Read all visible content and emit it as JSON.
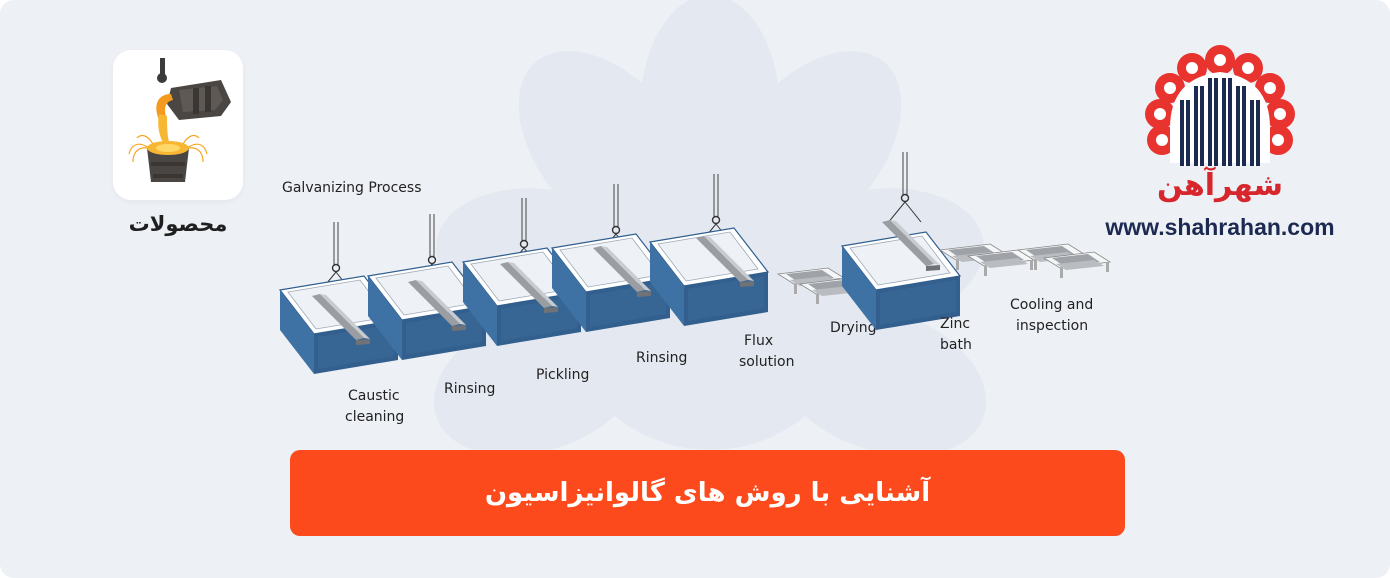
{
  "colors": {
    "background": "#edf0f5",
    "accent": "#fd4a1d",
    "tank_blue": "#3f72a4",
    "brand_red": "#d7262c",
    "brand_navy": "#1c2a52"
  },
  "category": {
    "icon": "molten-metal-pouring-icon",
    "label": "محصولات"
  },
  "brand": {
    "logo_icon": "shahrahan-logo-icon",
    "logo_text": "شهرآهن",
    "url": "www.shahrahan.com"
  },
  "diagram": {
    "title": "Galvanizing Process",
    "steps": [
      {
        "lines": [
          "Caustic",
          "cleaning"
        ]
      },
      {
        "lines": [
          "Rinsing"
        ]
      },
      {
        "lines": [
          "Pickling"
        ]
      },
      {
        "lines": [
          "Rinsing"
        ]
      },
      {
        "lines": [
          "Flux",
          "solution"
        ]
      },
      {
        "lines": [
          "Drying"
        ]
      },
      {
        "lines": [
          "Zinc",
          "bath"
        ]
      },
      {
        "lines": [
          "Cooling and",
          "inspection"
        ]
      }
    ]
  },
  "cta": {
    "label": "آشنایی با روش های گالوانیزاسیون"
  }
}
